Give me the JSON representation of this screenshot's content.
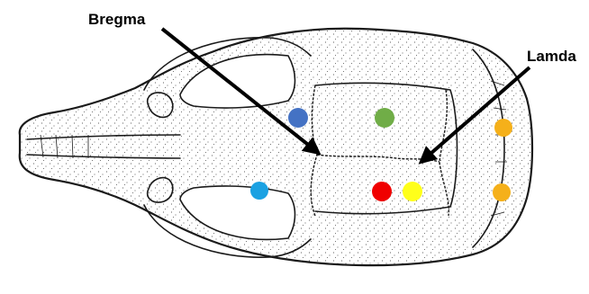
{
  "labels": {
    "bregma": "Bregma",
    "lamda": "Lamda"
  },
  "markers": [
    {
      "name": "blue-marker",
      "color": "#4472C4"
    },
    {
      "name": "green-marker",
      "color": "#70AD47"
    },
    {
      "name": "orange-marker-top",
      "color": "#F5B01A"
    },
    {
      "name": "light-blue-marker",
      "color": "#1BA1E2"
    },
    {
      "name": "red-marker",
      "color": "#F00000"
    },
    {
      "name": "yellow-marker",
      "color": "#FFFF1A"
    },
    {
      "name": "orange-marker-bottom",
      "color": "#F5B01A"
    }
  ]
}
